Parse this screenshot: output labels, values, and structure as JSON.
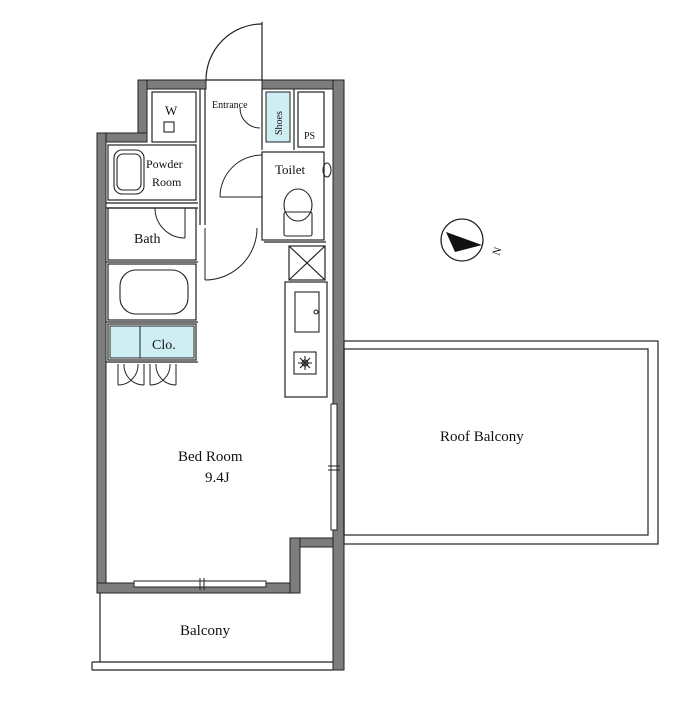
{
  "rooms": {
    "w": "W",
    "entrance": "Entrance",
    "shoes": "Shoes",
    "ps": "PS",
    "powder_line1": "Powder",
    "powder_line2": "Room",
    "toilet": "Toilet",
    "bath": "Bath",
    "clo": "Clo.",
    "bedroom": "Bed Room",
    "bedroom_size": "9.4J",
    "roof_balcony": "Roof Balcony",
    "balcony": "Balcony"
  },
  "compass": {
    "letter": "N"
  },
  "colors": {
    "wall": "#7d7d7d",
    "storage_fill": "#cfeef3",
    "line": "#222222"
  }
}
